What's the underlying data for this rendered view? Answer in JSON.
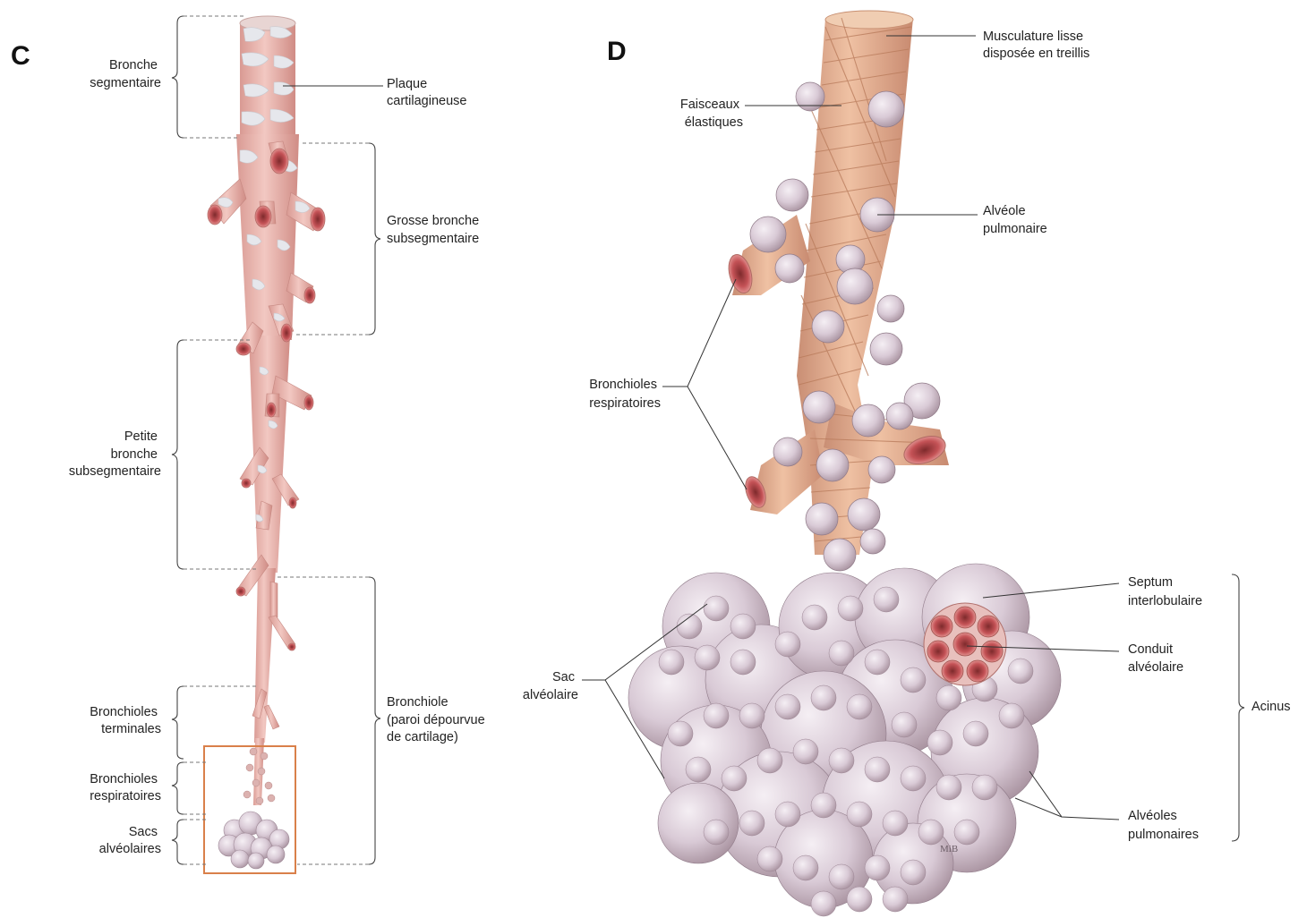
{
  "panels": {
    "c": "C",
    "d": "D"
  },
  "panel_c": {
    "left_labels": [
      [
        "Bronche",
        "segmentaire"
      ],
      [
        "Petite",
        "bronche",
        "subsegmentaire"
      ],
      [
        "Bronchioles",
        "terminales"
      ],
      [
        "Bronchioles",
        "respiratoires"
      ],
      [
        "Sacs",
        "alvéolaires"
      ]
    ],
    "right_labels": [
      [
        "Plaque",
        "cartilagineuse"
      ],
      [
        "Grosse bronche",
        "subsegmentaire"
      ],
      [
        "Bronchiole",
        "(paroi dépourvue",
        "de cartilage)"
      ]
    ]
  },
  "panel_d": {
    "labels": [
      [
        "Musculature lisse",
        "disposée en treillis"
      ],
      [
        "Faisceaux",
        "élastiques"
      ],
      [
        "Alvéole",
        "pulmonaire"
      ],
      [
        "Bronchioles",
        "respiratoires"
      ],
      [
        "Sac",
        "alvéolaire"
      ],
      [
        "Septum",
        "interlobulaire"
      ],
      [
        "Conduit",
        "alvéolaire"
      ],
      [
        "Acinus"
      ],
      [
        "Alvéoles",
        "pulmonaires"
      ]
    ],
    "signature": "MiB"
  },
  "colors": {
    "bronchus": "#e9b7b0",
    "cartilage": "#e9eaee",
    "muscle": "#dca277",
    "alveoli": "#cfc0cc",
    "lumen": "#c9565a",
    "inset_box": "#d9804a"
  }
}
